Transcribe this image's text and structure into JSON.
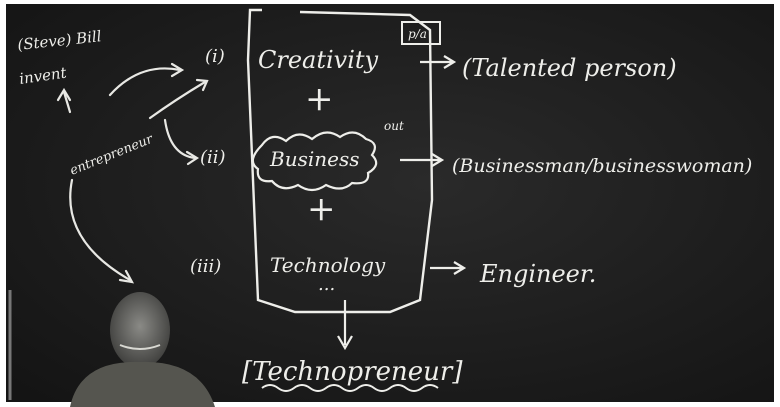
{
  "board": {
    "top_left_note": "(Steve) Bill",
    "top_left_note_2": "invent",
    "item_1_num": "(i)",
    "item_1_text": "Creativity",
    "item_1_tag": "p/a",
    "item_1_result": "(Talented person)",
    "item_2_num": "(ii)",
    "item_2_text": "Business",
    "item_2_tag": "out",
    "item_2_result": "(Businessman/businesswoman)",
    "item_3_num": "(iii)",
    "item_3_text": "Technology",
    "item_3_result": "Engineer.",
    "plus": "+",
    "entrepreneur_label": "entrepreneur",
    "final_label": "[Technopreneur]"
  }
}
